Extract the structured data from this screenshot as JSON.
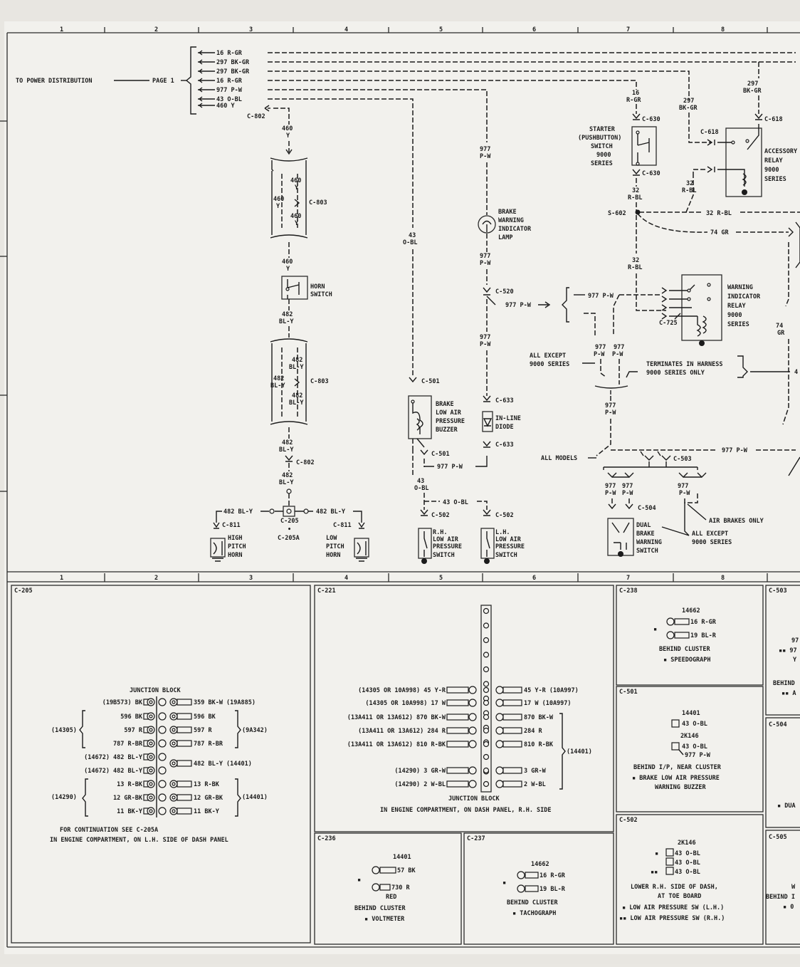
{
  "grid": {
    "top": [
      "1",
      "2",
      "3",
      "4",
      "5",
      "6",
      "7",
      "8"
    ],
    "mid": [
      "1",
      "2",
      "3",
      "4",
      "5",
      "6",
      "7",
      "8"
    ]
  },
  "power": {
    "label": "TO POWER DISTRIBUTION",
    "page": "PAGE 1",
    "wires": [
      "16 R-GR",
      "297 BK-GR",
      "297 BK-GR",
      "16 R-GR",
      "977 P-W",
      "43 O-BL",
      "460 Y"
    ]
  },
  "horn": {
    "c802": "C-802",
    "w460": "460",
    "y": "Y",
    "c803": "C-803",
    "w482": "482",
    "bly": "BL-Y",
    "switch": [
      "HORN",
      "SWITCH"
    ],
    "c811": "C-811",
    "c205": "C-205",
    "c205a": "C-205A",
    "w482bly": "482 BL-Y",
    "high": [
      "HIGH",
      "PITCH",
      "HORN"
    ],
    "low": [
      "LOW",
      "PITCH",
      "HORN"
    ]
  },
  "brake": {
    "w43": "43",
    "obl": "O-BL",
    "c501": "C-501",
    "buzzer": [
      "BRAKE",
      "LOW AIR",
      "PRESSURE",
      "BUZZER"
    ],
    "w977": "977",
    "pw": "P-W",
    "w977pw": "977 P-W",
    "c502": "C-502",
    "w43obl": "43 O-BL",
    "rh": [
      "R.H.",
      "LOW AIR",
      "PRESSURE",
      "SWITCH"
    ],
    "lh": [
      "L.H.",
      "LOW AIR",
      "PRESSURE",
      "SWITCH"
    ],
    "lamp": [
      "BRAKE",
      "WARNING",
      "INDICATOR",
      "LAMP"
    ],
    "c520": "C-520",
    "c633": "C-633",
    "diode": [
      "IN-LINE",
      "DIODE"
    ]
  },
  "starter": {
    "w16": "16",
    "rgr": "R-GR",
    "c630": "C-630",
    "name": [
      "STARTER",
      "(PUSHBUTTON)",
      "SWITCH",
      "9000",
      "SERIES"
    ],
    "w32": "32",
    "rbl": "R-BL",
    "s602": "S-602",
    "w32rbl": "32 R-BL",
    "w74gr": "74 GR",
    "w297": "297",
    "bkgr": "BK-GR",
    "c618": "C-618",
    "acc": [
      "ACCESSORY",
      "RELAY",
      "9000",
      "SERIES"
    ]
  },
  "warn": {
    "relay": [
      "WARNING",
      "INDICATOR",
      "RELAY",
      "9000",
      "SERIES"
    ],
    "c725": "C-725",
    "except": [
      "ALL EXCEPT",
      "9000 SERIES"
    ],
    "terminates": [
      "TERMINATES IN HARNESS",
      "9000 SERIES ONLY"
    ],
    "allmodels": "ALL MODELS",
    "c503": "C-503",
    "c504": "C-504",
    "dual": [
      "DUAL",
      "BRAKE",
      "WARNING",
      "SWITCH"
    ],
    "air": "AIR BRAKES ONLY",
    "except2": [
      "ALL EXCEPT",
      "9000 SERIES"
    ],
    "w74": "74",
    "gr": "GR"
  },
  "c205": {
    "id": "C-205",
    "title": "JUNCTION BLOCK",
    "left": [
      "(19B573) BK",
      "596 BK",
      "597 R",
      "787 R-BR",
      "(14672) 482 BL-Y",
      "(14672) 482 BL-Y",
      "13 R-BK",
      "12 GR-BK",
      "11 BK-Y"
    ],
    "right": [
      "359 BK-W (19A885)",
      "596 BK",
      "597 R",
      "787 R-BR",
      "482 BL-Y (14401)",
      "13 R-BK",
      "12 GR-BK",
      "11 BK-Y"
    ],
    "g1": "(14305)",
    "g2": "(9A342)",
    "g3": "(14290)",
    "g4": "(14401)",
    "note": [
      "FOR CONTINUATION SEE C-205A",
      "IN ENGINE COMPARTMENT, ON L.H. SIDE OF DASH PANEL"
    ]
  },
  "c221": {
    "id": "C-221",
    "rows": [
      {
        "l": "(14305 OR 10A998)  45 Y-R",
        "r": "45 Y-R (10A997)"
      },
      {
        "l": "(14305 OR 10A998)  17 W",
        "r": "17 W (10A997)"
      },
      {
        "l": "(13A411 OR 13A612) 870 BK-W",
        "r": "870 BK-W"
      },
      {
        "l": "(13A411 OR 13A612)  284 R",
        "r": "284 R"
      },
      {
        "l": "(13A411 OR 13A612) 810 R-BK",
        "r": "810 R-BK"
      },
      {
        "l": "(14290)  3 GR-W",
        "r": "3 GR-W"
      },
      {
        "l": "(14290)  2 W-BL",
        "r": "2 W-BL"
      }
    ],
    "grp": "(14401)",
    "title": "JUNCTION BLOCK",
    "note": "IN ENGINE COMPARTMENT, ON DASH PANEL, R.H. SIDE"
  },
  "c236": {
    "id": "C-236",
    "num": "14401",
    "a": "57 BK",
    "b": "730 R",
    "red": "RED",
    "loc": "BEHIND CLUSTER",
    "star": "▪ VOLTMETER"
  },
  "c237": {
    "id": "C-237",
    "num": "14662",
    "a": "16 R-GR",
    "b": "19 BL-R",
    "loc": "BEHIND CLUSTER",
    "star": "▪ TACHOGRAPH"
  },
  "c238": {
    "id": "C-238",
    "num": "14662",
    "a": "16 R-GR",
    "b": "19 BL-R",
    "loc": "BEHIND CLUSTER",
    "star": "▪ SPEEDOGRAPH"
  },
  "c501b": {
    "id": "C-501",
    "num": "14401",
    "a": "43 O-BL",
    "n2": "2K146",
    "b": "43 O-BL",
    "c": "977 P-W",
    "loc": "BEHIND I/P, NEAR CLUSTER",
    "star": [
      "▪ BRAKE LOW AIR PRESSURE",
      "WARNING BUZZER"
    ]
  },
  "c502b": {
    "id": "C-502",
    "num": "2K146",
    "a": "43 O-BL",
    "b": "43 O-BL",
    "c": "43 O-BL",
    "loc": [
      "LOWER R.H. SIDE OF DASH,",
      "AT TOE BOARD"
    ],
    "star": [
      "▪ LOW AIR PRESSURE SW (L.H.)",
      "▪▪ LOW AIR PRESSURE SW (R.H.)"
    ]
  },
  "c503b": {
    "id": "C-503",
    "t1": "97",
    "t2": "▪▪ 97",
    "t3": "Y",
    "t4": "BEHIND",
    "t5": "▪▪ A"
  },
  "c504b": {
    "id": "C-504",
    "t1": "▪ DUA"
  },
  "c505b": {
    "id": "C-505",
    "t1": "W",
    "t2": "BEHIND I",
    "t3": "▪ 0"
  },
  "partial": {
    "a": "97",
    "b": "▪▪ 97",
    "c": "Y"
  },
  "edge": {
    "r4": "4"
  }
}
